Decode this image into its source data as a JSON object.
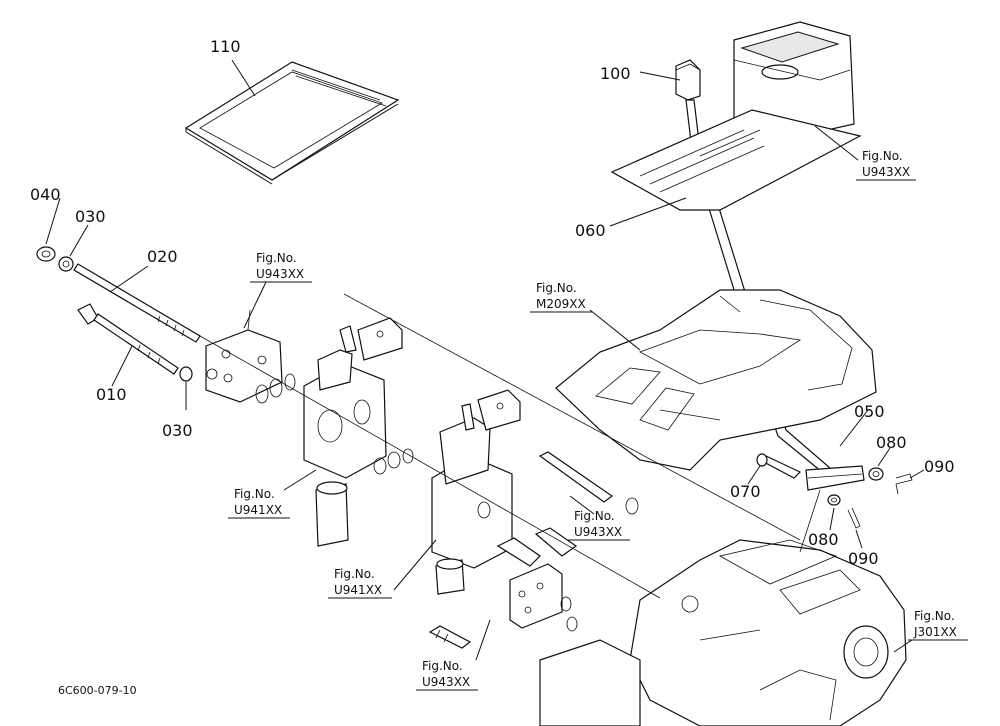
{
  "parts": {
    "p110": "110",
    "p100": "100",
    "p040": "040",
    "p030a": "030",
    "p020": "020",
    "p010": "010",
    "p030b": "030",
    "p060": "060",
    "p050": "050",
    "p070": "070",
    "p080a": "080",
    "p080b": "080",
    "p090a": "090",
    "p090b": "090"
  },
  "figrefs": {
    "fig_prefix": "Fig.No.",
    "u943_top": "U943XX",
    "u943_left": "U943XX",
    "m209": "M209XX",
    "u941_left": "U941XX",
    "u943_mid": "U943XX",
    "u941_mid": "U941XX",
    "u943_bottom": "U943XX",
    "j301": "J301XX"
  },
  "drawing_code": "6C600-079-10"
}
